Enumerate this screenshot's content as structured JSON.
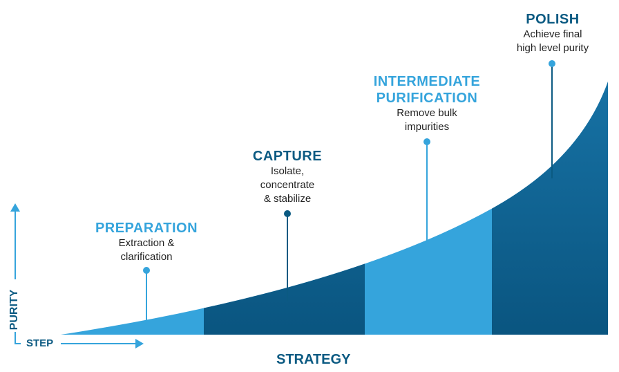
{
  "colors": {
    "light_blue": "#35a4dc",
    "dark_blue": "#0b5a82",
    "text": "#222222"
  },
  "axes": {
    "y_label": "PURITY",
    "x_label": "STEP"
  },
  "footer": {
    "label": "STRATEGY"
  },
  "stages": [
    {
      "title": "PREPARATION",
      "description": "Extraction &\nclarification",
      "marker": "light"
    },
    {
      "title": "CAPTURE",
      "description": "Isolate,\nconcentrate\n& stabilize",
      "marker": "dark"
    },
    {
      "title": "INTERMEDIATE\nPURIFICATION",
      "description": "Remove bulk\nimpurities",
      "marker": "light"
    },
    {
      "title": "POLISH",
      "description": "Achieve final\nhigh level purity",
      "marker": "light"
    }
  ]
}
